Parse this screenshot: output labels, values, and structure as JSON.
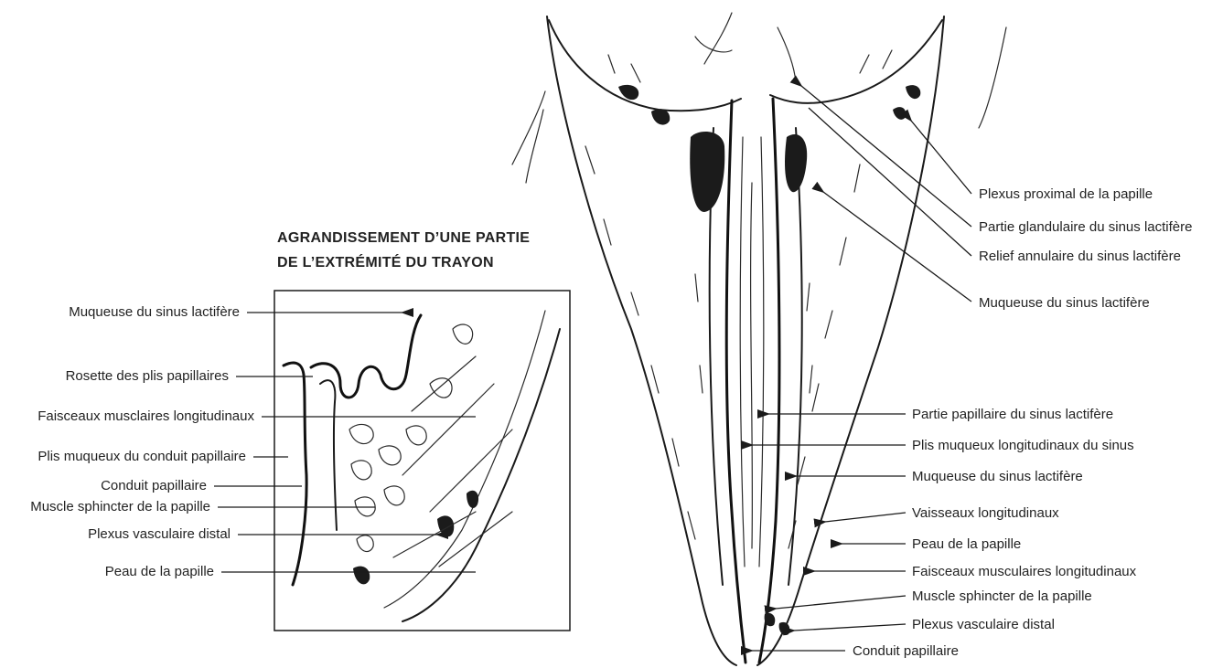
{
  "inset": {
    "title_line1": "AGRANDISSEMENT D’UNE PARTIE",
    "title_line2": "DE L’EXTRÉMITÉ DU TRAYON",
    "labels": [
      "Muqueuse du sinus lactifère",
      "Rosette des plis papillaires",
      "Faisceaux musclaires longitudinaux",
      "Plis muqueux du conduit papillaire",
      "Conduit papillaire",
      "Muscle sphincter de la papille",
      "Plexus vasculaire distal",
      "Peau de la papille"
    ]
  },
  "main": {
    "labels_top": [
      "Plexus proximal de la papille",
      "Partie glandulaire du sinus lactifère",
      "Relief annulaire du sinus lactifère",
      "Muqueuse du sinus lactifère"
    ],
    "labels_bottom": [
      "Partie papillaire du sinus lactifère",
      "Plis muqueux longitudinaux du sinus",
      "Muqueuse du sinus lactifère",
      "Vaisseaux longitudinaux",
      "Peau de la papille",
      "Faisceaux musculaires longitudinaux",
      "Muscle sphincter de la papille",
      "Plexus vasculaire distal",
      "Conduit papillaire"
    ]
  }
}
